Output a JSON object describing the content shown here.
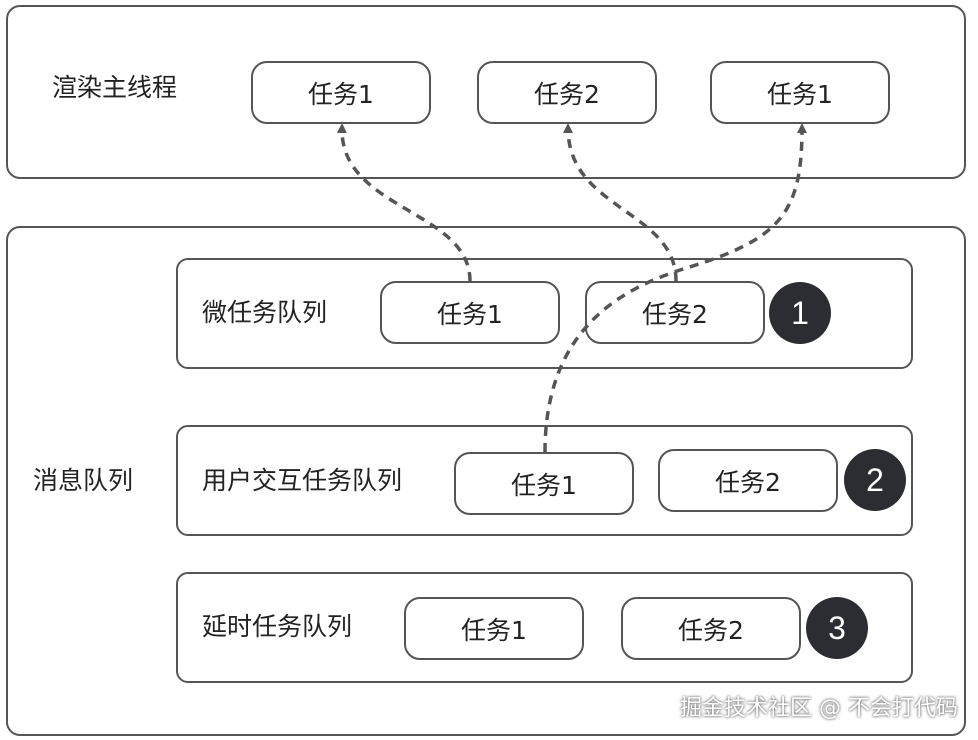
{
  "render_thread": {
    "label": "渲染主线程",
    "tasks": [
      "任务1",
      "任务2",
      "任务1"
    ]
  },
  "message_queue": {
    "label": "消息队列",
    "queues": [
      {
        "label": "微任务队列",
        "tasks": [
          "任务1",
          "任务2"
        ],
        "badge": "1"
      },
      {
        "label": "用户交互任务队列",
        "tasks": [
          "任务1",
          "任务2"
        ],
        "badge": "2"
      },
      {
        "label": "延时任务队列",
        "tasks": [
          "任务1",
          "任务2"
        ],
        "badge": "3"
      }
    ]
  },
  "watermark": "掘金技术社区 @ 不会打代码",
  "colors": {
    "border": "#555555",
    "badge": "#2b2d33",
    "arrow": "#555555"
  }
}
